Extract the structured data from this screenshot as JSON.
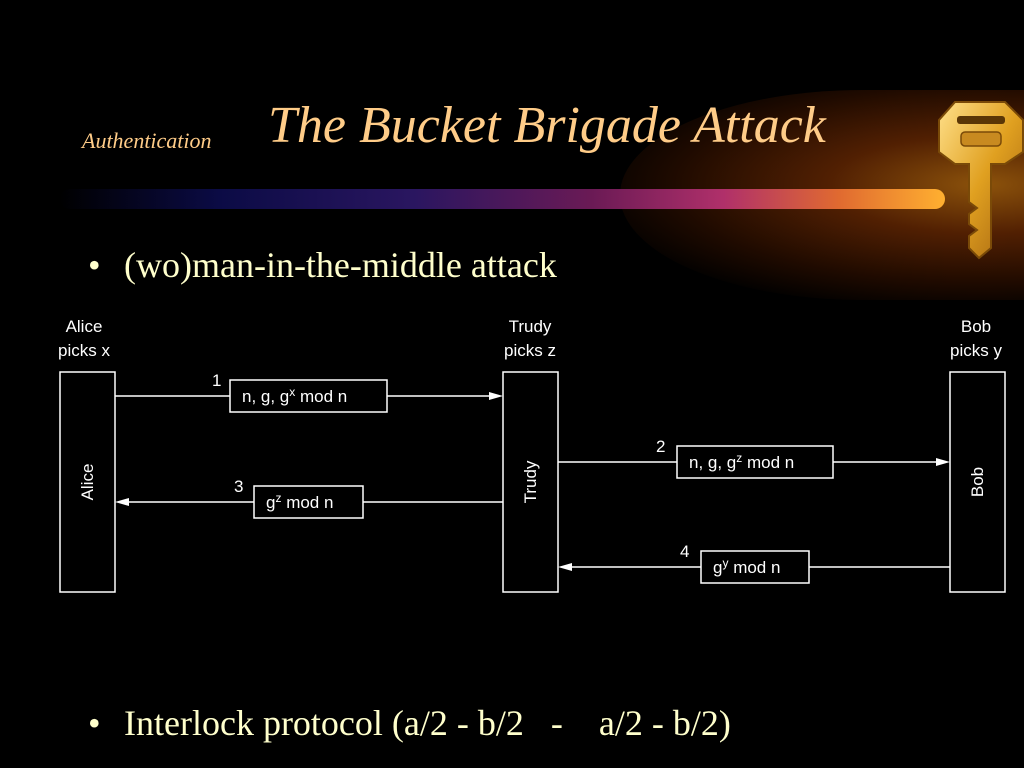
{
  "slide": {
    "section_label": "Authentication",
    "title": "The Bucket Brigade Attack",
    "bullets": [
      "(wo)man-in-the-middle attack",
      "Interlock protocol (a/2 - b/2   -    a/2 - b/2)"
    ]
  },
  "diagram": {
    "parties": [
      {
        "header_line1": "Alice",
        "header_line2": "picks x",
        "box_label": "Alice"
      },
      {
        "header_line1": "Trudy",
        "header_line2": "picks z",
        "box_label": "Trudy"
      },
      {
        "header_line1": "Bob",
        "header_line2": "picks y",
        "box_label": "Bob"
      }
    ],
    "messages": [
      {
        "number": "1",
        "text_base": "n, g, g",
        "text_sup": "x",
        "text_tail": " mod n"
      },
      {
        "number": "2",
        "text_base": "n, g, g",
        "text_sup": "z",
        "text_tail": " mod n"
      },
      {
        "number": "3",
        "text_base": "g",
        "text_sup": "z",
        "text_tail": " mod n"
      },
      {
        "number": "4",
        "text_base": "g",
        "text_sup": "y",
        "text_tail": " mod n"
      }
    ]
  },
  "colors": {
    "title": "#ffcc88",
    "bullet_text": "#ffffcc",
    "diagram": "#ffffff",
    "background": "#000000"
  },
  "icons": {
    "key": "key-icon"
  }
}
